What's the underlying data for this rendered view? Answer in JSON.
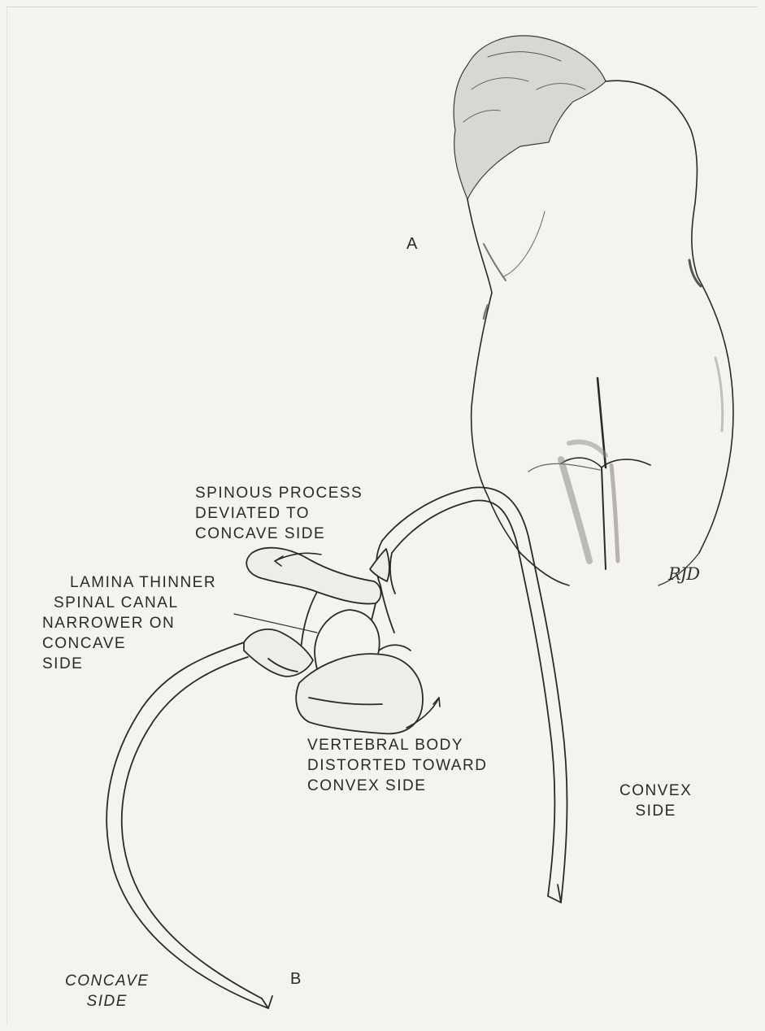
{
  "figure": {
    "panel_a_label": "A",
    "panel_b_label": "B",
    "signature": "RJD"
  },
  "labels": {
    "spinous": [
      "SPINOUS PROCESS",
      "DEVIATED TO",
      "CONCAVE SIDE"
    ],
    "lamina": [
      "LAMINA THINNER",
      "SPINAL CANAL",
      "NARROWER ON",
      "CONCAVE",
      "SIDE"
    ],
    "vertebral": [
      "VERTEBRAL BODY",
      "DISTORTED TOWARD",
      "CONVEX SIDE"
    ],
    "convex": [
      "CONVEX",
      "SIDE"
    ],
    "concave": [
      "CONCAVE",
      "SIDE"
    ]
  },
  "colors": {
    "ink": "#2a2a2a",
    "paper": "#f4f3ef",
    "shade": "#8d8b86"
  }
}
